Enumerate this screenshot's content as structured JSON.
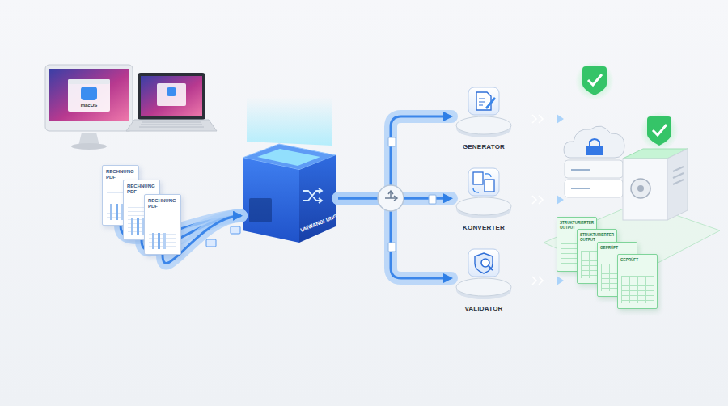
{
  "diagram": {
    "nodes": [
      {
        "text": [
          "RECHNUNG PDF"
        ]
      },
      {
        "text": [
          "RECHNUNG PDF"
        ]
      },
      {
        "text": [
          "RECHNUNG PDF"
        ]
      },
      {
        "text": [
          "UMWANDLUNG"
        ]
      },
      {
        "text": [
          "GENERATOR"
        ]
      },
      {
        "text": [
          "KONVERTER"
        ]
      },
      {
        "text": [
          "VALIDATOR"
        ]
      },
      {
        "text": [
          "STRUKTURIERTER OUTPUT"
        ]
      },
      {
        "text": [
          "STRUKTURIERTER OUTPUT"
        ]
      },
      {
        "text": [
          "GEPRÜFT"
        ]
      },
      {
        "text": [
          "GEPRÜFT"
        ]
      }
    ],
    "edges": [
      {
        "from": 0,
        "to": 3,
        "arrow": "to"
      },
      {
        "from": 1,
        "to": 3,
        "arrow": "to"
      },
      {
        "from": 2,
        "to": 3,
        "arrow": "to"
      },
      {
        "from": 3,
        "to": 4,
        "arrow": "to"
      },
      {
        "from": 3,
        "to": 5,
        "arrow": "to"
      },
      {
        "from": 3,
        "to": 6,
        "arrow": "to"
      }
    ],
    "labels": [
      "macOS"
    ]
  }
}
